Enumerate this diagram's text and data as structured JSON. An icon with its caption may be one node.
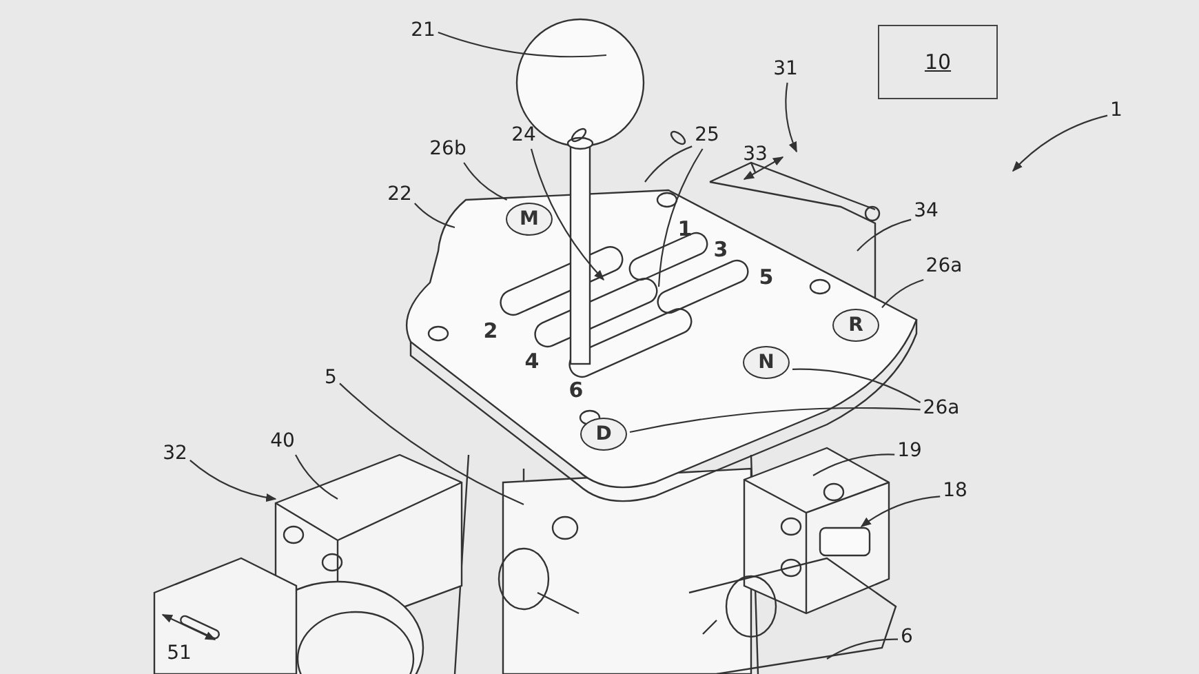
{
  "diagram": {
    "nodes": [
      {
        "text": [
          "21"
        ]
      },
      {
        "text": [
          "10"
        ]
      },
      {
        "text": [
          "31"
        ]
      },
      {
        "text": [
          "1"
        ]
      },
      {
        "text": [
          "26b"
        ]
      },
      {
        "text": [
          "24"
        ]
      },
      {
        "text": [
          "25"
        ]
      },
      {
        "text": [
          "22"
        ]
      },
      {
        "text": [
          "M"
        ]
      },
      {
        "text": [
          "34"
        ]
      },
      {
        "text": [
          "26a"
        ]
      },
      {
        "text": [
          "R"
        ]
      },
      {
        "text": [
          "5"
        ]
      },
      {
        "text": [
          "N"
        ]
      },
      {
        "text": [
          "26a"
        ]
      },
      {
        "text": [
          "19"
        ]
      },
      {
        "text": [
          "D"
        ]
      },
      {
        "text": [
          "40"
        ]
      },
      {
        "text": [
          "32"
        ]
      },
      {
        "text": [
          "18"
        ]
      },
      {
        "text": [
          "6"
        ]
      }
    ],
    "edges": [
      {
        "from": 0,
        "to": null,
        "arrow": "none"
      },
      {
        "from": 5,
        "to": null,
        "arrow": "to"
      },
      {
        "from": 6,
        "to": null,
        "arrow": "none"
      },
      {
        "from": 6,
        "to": null,
        "arrow": "none"
      },
      {
        "from": 4,
        "to": 8,
        "arrow": "none"
      },
      {
        "from": 7,
        "to": null,
        "arrow": "none"
      },
      {
        "from": 2,
        "to": null,
        "arrow": "to"
      },
      {
        "from": 3,
        "to": null,
        "arrow": "to"
      },
      {
        "from": 9,
        "to": null,
        "arrow": "none"
      },
      {
        "from": 10,
        "to": 11,
        "arrow": "none"
      },
      {
        "from": 12,
        "to": null,
        "arrow": "none"
      },
      {
        "from": 17,
        "to": null,
        "arrow": "none"
      },
      {
        "from": 18,
        "to": null,
        "arrow": "to"
      },
      {
        "from": 14,
        "to": 13,
        "arrow": "none"
      },
      {
        "from": 14,
        "to": 16,
        "arrow": "none"
      },
      {
        "from": 15,
        "to": null,
        "arrow": "none"
      },
      {
        "from": 19,
        "to": null,
        "arrow": "to"
      },
      {
        "from": 20,
        "to": null,
        "arrow": "none"
      }
    ],
    "labels": [
      "33",
      "1",
      "3",
      "5",
      "2",
      "4",
      "6",
      "51"
    ]
  }
}
